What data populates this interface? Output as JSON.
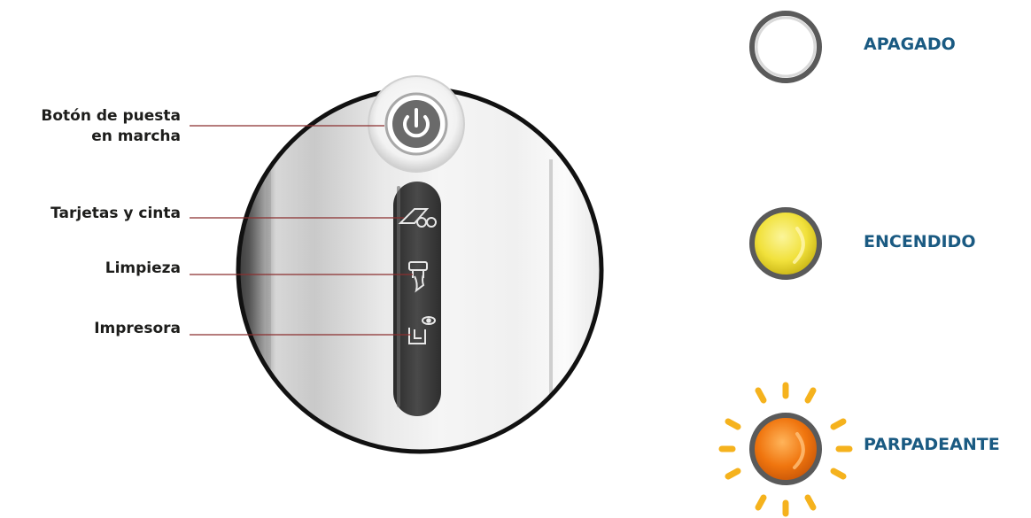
{
  "callouts": {
    "power_button": [
      "Botón de puesta",
      "en marcha"
    ],
    "cards_ribbon": "Tarjetas y cinta",
    "cleaning": "Limpieza",
    "printer": "Impresora"
  },
  "legend": {
    "off": "APAGADO",
    "on": "ENCENDIDO",
    "blinking": "PARPADEANTE"
  },
  "colors": {
    "label_text": "#1d1d1b",
    "legend_text": "#1a5a82",
    "leader_line": "#8a2f2f",
    "led_on": "#f3e23c",
    "led_blink": "#f07a12",
    "blink_rays": "#f5b21d"
  },
  "icons": {
    "power": "power-icon",
    "cards_ribbon": "card-ribbon-icon",
    "cleaning": "cleaning-icon",
    "printer": "printer-eye-icon"
  }
}
